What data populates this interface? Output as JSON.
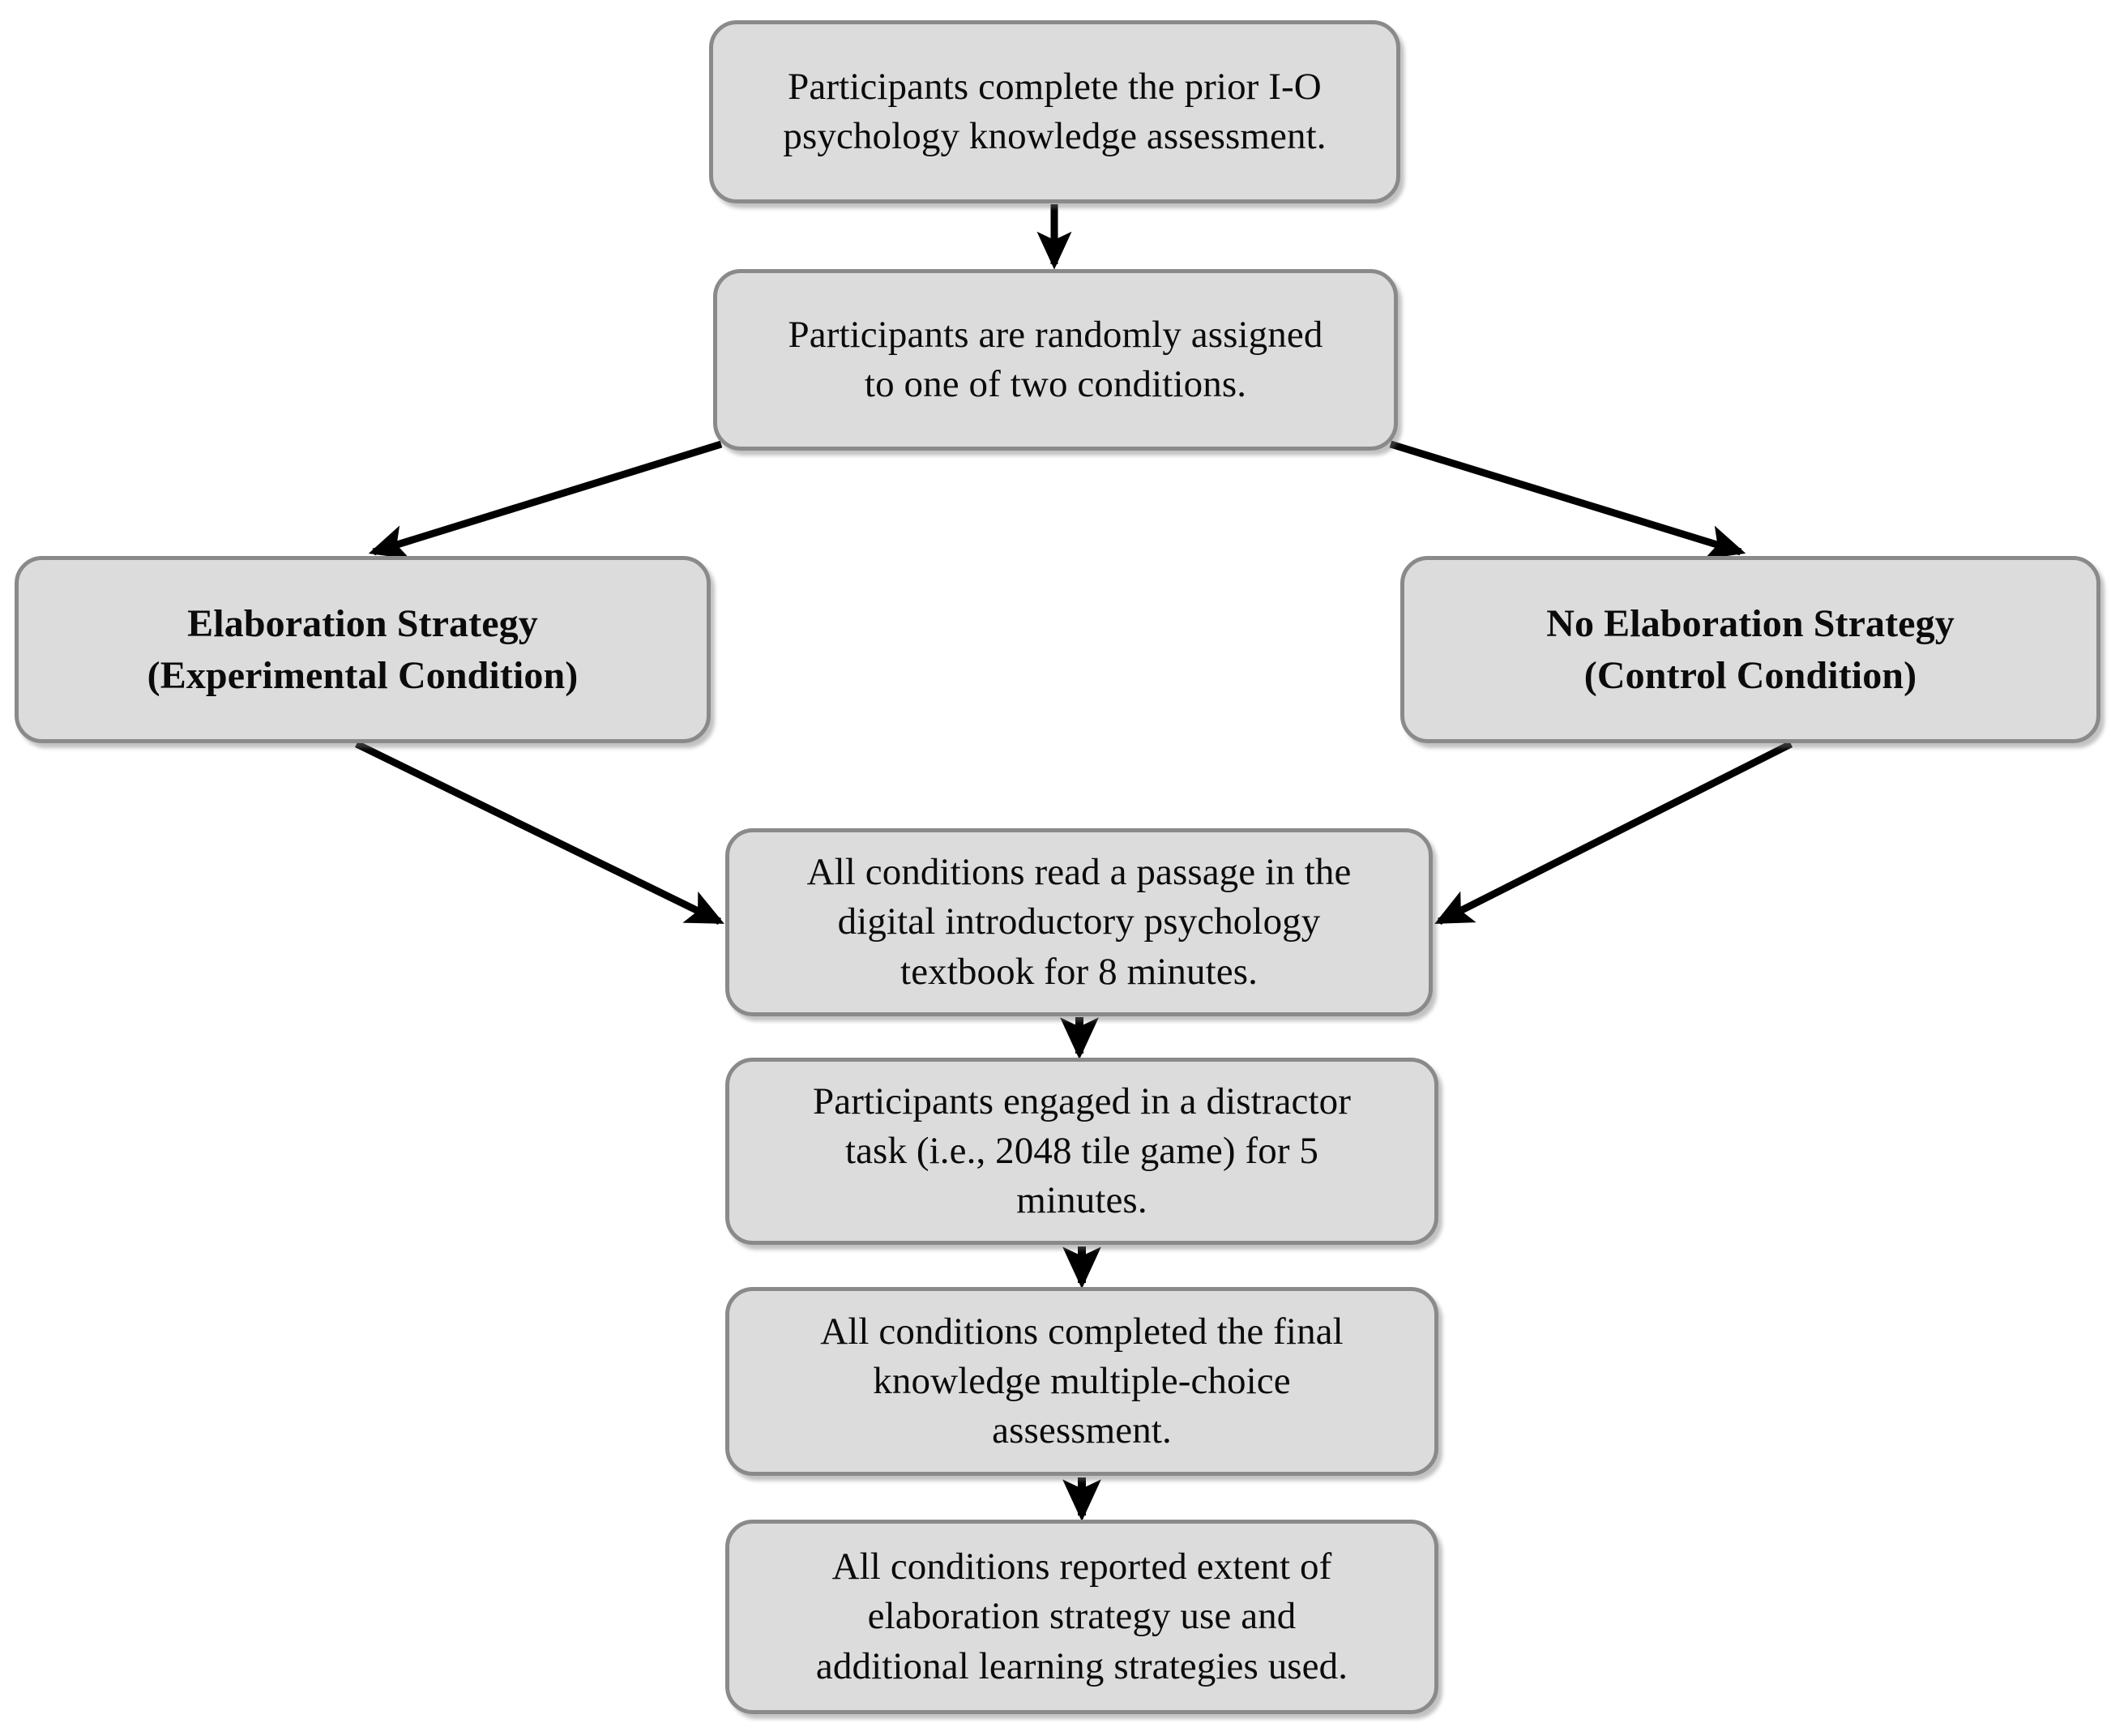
{
  "diagram": {
    "type": "flowchart",
    "orientation": "top-to-bottom",
    "background_color": "#ffffff",
    "node_fill_color": "#dcdcdc",
    "node_border_color": "#8a8a8a",
    "arrow_color": "#000000",
    "text_color": "#0b0b0b"
  },
  "nodes": {
    "prior_assessment": {
      "label": "Participants complete the prior I-O\npsychology knowledge assessment."
    },
    "random_assign": {
      "label": "Participants are randomly assigned\nto one of two conditions."
    },
    "experimental": {
      "label": "Elaboration Strategy\n(Experimental Condition)"
    },
    "control": {
      "label": "No Elaboration Strategy\n(Control Condition)"
    },
    "read_passage": {
      "label": "All conditions read a passage in the\ndigital introductory psychology\ntextbook for 8 minutes."
    },
    "distractor": {
      "label": "Participants engaged in a distractor\ntask (i.e., 2048 tile game) for 5\nminutes."
    },
    "final_assessment": {
      "label": "All conditions completed the final\nknowledge multiple-choice\nassessment."
    },
    "self_report": {
      "label": "All conditions reported extent of\nelaboration strategy use and\nadditional learning strategies used."
    }
  },
  "edges": [
    {
      "name": "edge-prior-to-random",
      "from": "prior_assessment",
      "to": "random_assign",
      "style": "straight-vertical"
    },
    {
      "name": "edge-random-to-experimental",
      "from": "random_assign",
      "to": "experimental",
      "style": "diagonal-left"
    },
    {
      "name": "edge-random-to-control",
      "from": "random_assign",
      "to": "control",
      "style": "diagonal-right"
    },
    {
      "name": "edge-experimental-to-read",
      "from": "experimental",
      "to": "read_passage",
      "style": "diagonal-right"
    },
    {
      "name": "edge-control-to-read",
      "from": "control",
      "to": "read_passage",
      "style": "diagonal-left"
    },
    {
      "name": "edge-read-to-distractor",
      "from": "read_passage",
      "to": "distractor",
      "style": "straight-vertical"
    },
    {
      "name": "edge-distractor-to-final",
      "from": "distractor",
      "to": "final_assessment",
      "style": "straight-vertical"
    },
    {
      "name": "edge-final-to-report",
      "from": "final_assessment",
      "to": "self_report",
      "style": "straight-vertical"
    }
  ]
}
